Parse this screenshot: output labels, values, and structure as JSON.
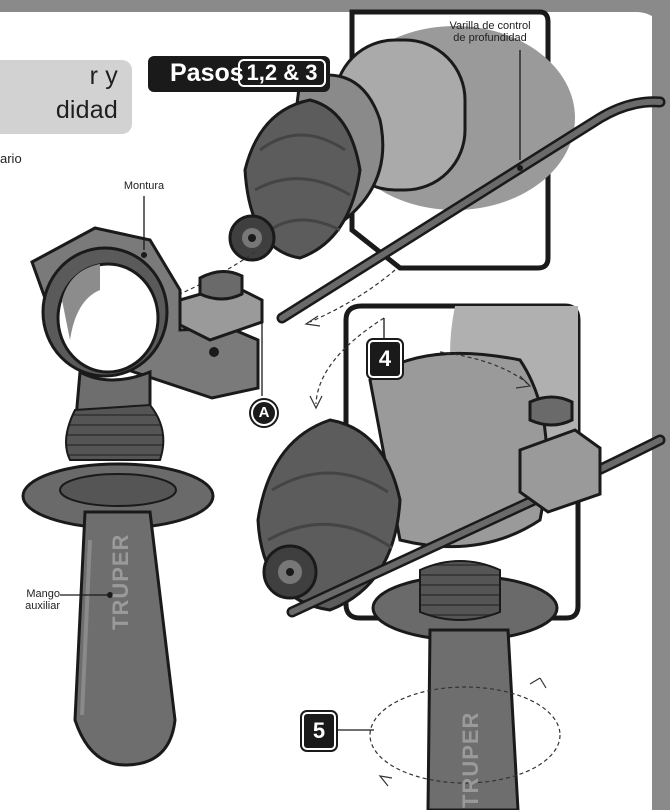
{
  "title": {
    "line1": "r y",
    "line2": "didad"
  },
  "left_fragment": "ario",
  "steps_badge": {
    "word": "Pasos",
    "numbers": "1,2 & 3"
  },
  "step_4": "4",
  "step_5": "5",
  "marker_a": "A",
  "labels": {
    "rod_line1": "Varilla de control",
    "rod_line2": "de profundidad",
    "mount": "Montura",
    "handle_line1": "Mango",
    "handle_line2": "auxiliar"
  },
  "brand": "TRUPER",
  "colors": {
    "frame": "#8a8a8a",
    "title_box": "#d2d2d2",
    "badge": "#1a1a1a",
    "tool_dark": "#5c5c5c",
    "tool_mid": "#8c8c8c",
    "tool_light": "#b4b4b4"
  }
}
